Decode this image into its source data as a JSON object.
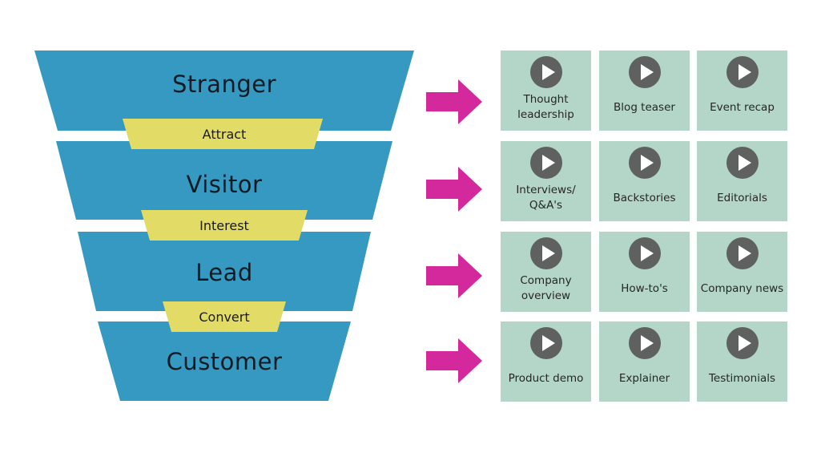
{
  "colors": {
    "funnel": "#3599c1",
    "band": "#e2dc66",
    "arrow": "#d4289d",
    "tile": "#b3d6c8",
    "play": "#5e615f"
  },
  "funnel": {
    "stages": [
      "Stranger",
      "Visitor",
      "Lead",
      "Customer"
    ],
    "steps": [
      "Attract",
      "Interest",
      "Convert"
    ]
  },
  "content_rows": [
    {
      "tiles": [
        {
          "label": "Thought leadership",
          "icon": "play-icon"
        },
        {
          "label": "Blog teaser",
          "icon": "play-icon"
        },
        {
          "label": "Event recap",
          "icon": "play-icon"
        }
      ]
    },
    {
      "tiles": [
        {
          "label": "Interviews/ Q&A's",
          "icon": "play-icon"
        },
        {
          "label": "Backstories",
          "icon": "play-icon"
        },
        {
          "label": "Editorials",
          "icon": "play-icon"
        }
      ]
    },
    {
      "tiles": [
        {
          "label": "Company overview",
          "icon": "play-icon"
        },
        {
          "label": "How-to's",
          "icon": "play-icon"
        },
        {
          "label": "Company news",
          "icon": "play-icon"
        }
      ]
    },
    {
      "tiles": [
        {
          "label": "Product demo",
          "icon": "play-icon"
        },
        {
          "label": "Explainer",
          "icon": "play-icon"
        },
        {
          "label": "Testimonials",
          "icon": "play-icon"
        }
      ]
    }
  ]
}
